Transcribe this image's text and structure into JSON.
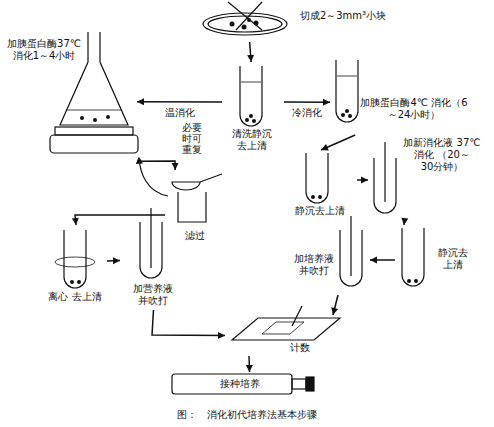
{
  "diagram": {
    "caption": "图：　消化初代培养法基本步骤",
    "nodes": [
      {
        "text": [
          "切成2～3mm³小块"
        ]
      },
      {
        "text": [
          "清洗静沉 去上清"
        ]
      },
      {
        "text": [
          "加胰蛋白酶37℃ 消化1～4小时"
        ]
      },
      {
        "text": [
          "滤过"
        ]
      },
      {
        "text": [
          "离心 去上清"
        ]
      },
      {
        "text": [
          "加营养液 并吹打"
        ]
      },
      {
        "text": [
          "加胰蛋白酶4℃ 消化（6～24小时）"
        ]
      },
      {
        "text": [
          "静沉去上清"
        ]
      },
      {
        "text": [
          "加新消化液 37℃消化 （20～30分钟）"
        ]
      },
      {
        "text": [
          "静沉去 上清"
        ]
      },
      {
        "text": [
          "加培养液 并吹打"
        ]
      },
      {
        "text": [
          "计数"
        ]
      },
      {
        "text": [
          "接种培养"
        ]
      }
    ],
    "edges": [
      {
        "from": 0,
        "to": 1,
        "arrow": "to"
      },
      {
        "from": 1,
        "to": 2,
        "label": "温消化",
        "arrow": "to"
      },
      {
        "from": 1,
        "to": 6,
        "label": "冷消化",
        "arrow": "to"
      },
      {
        "from": 2,
        "to": 3,
        "arrow": "to"
      },
      {
        "from": 3,
        "to": 4,
        "arrow": "to"
      },
      {
        "from": 4,
        "to": 5,
        "arrow": "to"
      },
      {
        "from": 6,
        "to": 7,
        "arrow": "to"
      },
      {
        "from": 7,
        "to": 8,
        "arrow": "to"
      },
      {
        "from": 8,
        "to": 9,
        "arrow": "to"
      },
      {
        "from": 9,
        "to": 10,
        "arrow": "to"
      },
      {
        "from": 5,
        "to": 11,
        "arrow": "to"
      },
      {
        "from": 10,
        "to": 11,
        "arrow": "to"
      },
      {
        "from": 11,
        "to": 12,
        "arrow": "to"
      }
    ],
    "labels": [
      "必要时可重复"
    ]
  }
}
